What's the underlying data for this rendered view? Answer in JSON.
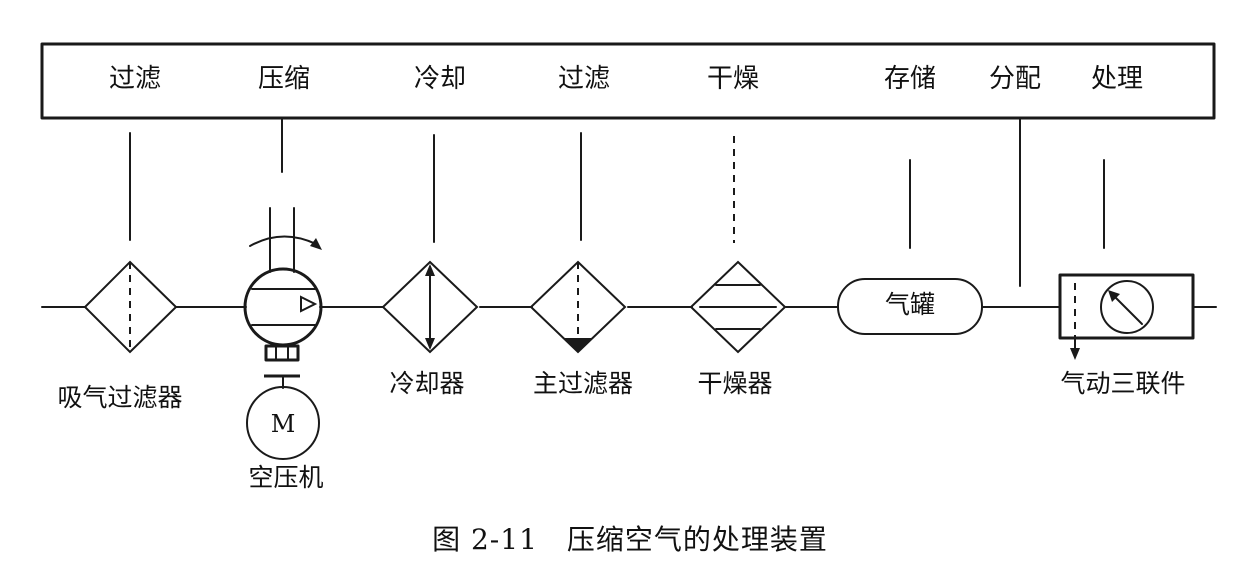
{
  "stages": [
    "过滤",
    "压缩",
    "冷却",
    "过滤",
    "干燥",
    "存储",
    "分配",
    "处理"
  ],
  "components": {
    "intake_filter": "吸气过滤器",
    "compressor": "空压机",
    "motor_symbol": "M",
    "cooler": "冷却器",
    "main_filter": "主过滤器",
    "dryer": "干燥器",
    "tank": "气罐",
    "frl_unit": "气动三联件"
  },
  "caption": "图 2-11　压缩空气的处理装置"
}
